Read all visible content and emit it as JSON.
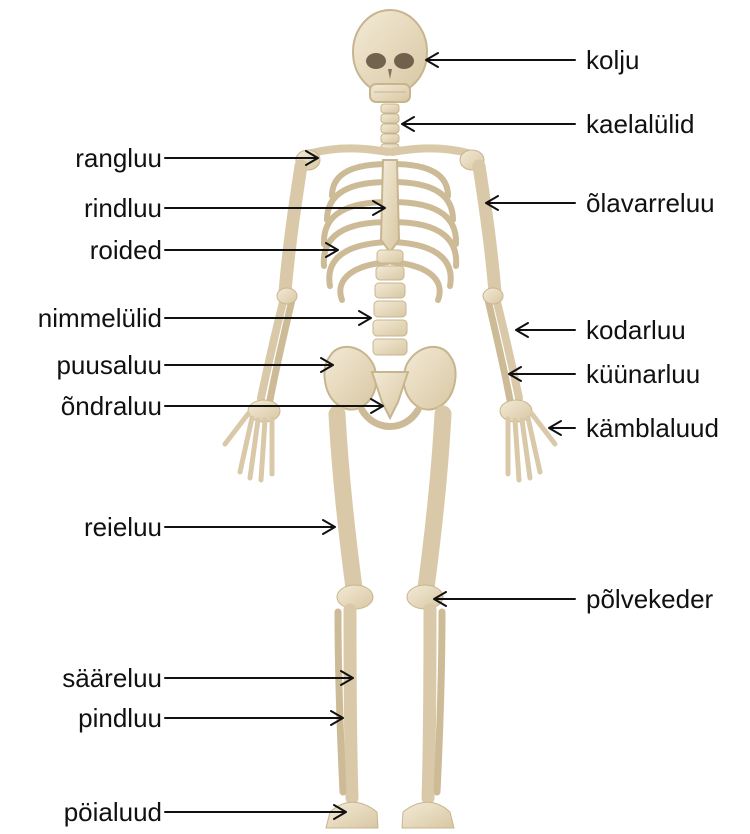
{
  "colors": {
    "bone_fill": "#eadfc7",
    "bone_stroke": "#c7b58f",
    "bone_shadow": "#d9c9a8",
    "line": "#111111",
    "background": "#ffffff"
  },
  "labels": {
    "left": [
      {
        "id": "rangluu",
        "text": "rangluu"
      },
      {
        "id": "rindluu",
        "text": "rindluu"
      },
      {
        "id": "roided",
        "text": "roided"
      },
      {
        "id": "nimmelulid",
        "text": "nimmelülid"
      },
      {
        "id": "puusaluu",
        "text": "puusaluu"
      },
      {
        "id": "ondraluu",
        "text": "õndraluu"
      },
      {
        "id": "reieluu",
        "text": "reieluu"
      },
      {
        "id": "saareluu",
        "text": "sääreluu"
      },
      {
        "id": "pindluu",
        "text": "pindluu"
      },
      {
        "id": "poialuud",
        "text": "pöialuud"
      }
    ],
    "right": [
      {
        "id": "kolju",
        "text": "kolju"
      },
      {
        "id": "kaelalulid",
        "text": "kaelalülid"
      },
      {
        "id": "olavarreluu",
        "text": "õlavarreluu"
      },
      {
        "id": "kodarluu",
        "text": "kodarluu"
      },
      {
        "id": "kuunarluu",
        "text": "küünarluu"
      },
      {
        "id": "kamblaluud",
        "text": "kämblaluud"
      },
      {
        "id": "polvekeder",
        "text": "põlvekeder"
      }
    ]
  }
}
